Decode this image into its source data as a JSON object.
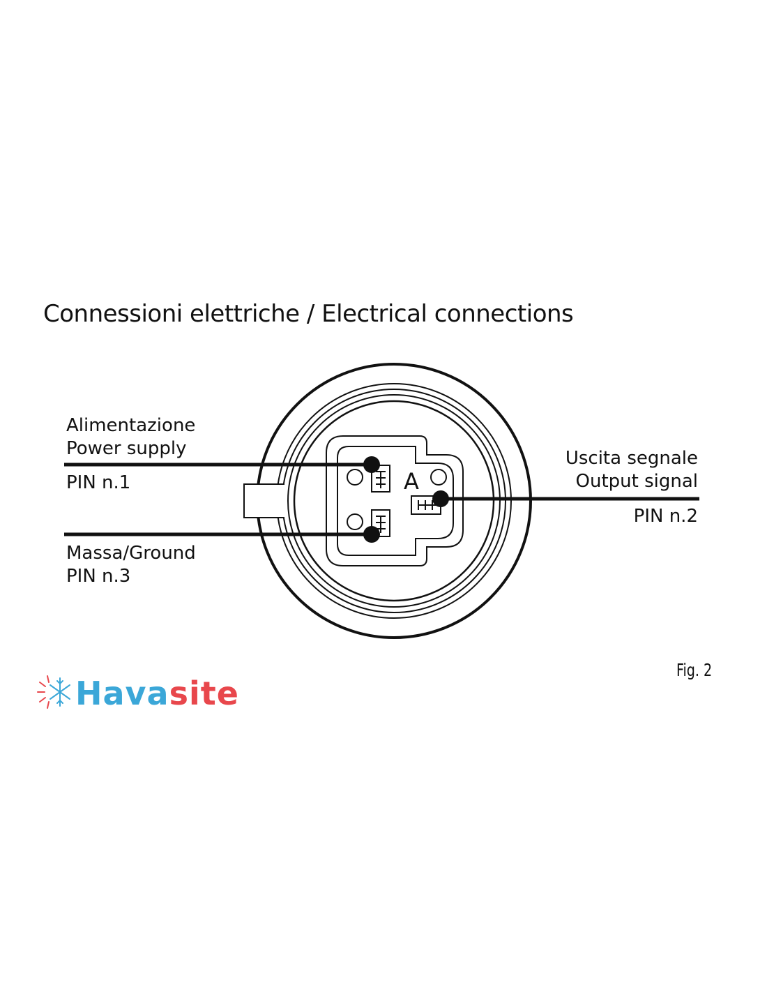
{
  "title": "Connessioni elettriche / Electrical connections",
  "connector_marker": "A",
  "pins": {
    "pin1": {
      "label_it": "Alimentazione",
      "label_en": "Power supply",
      "pin": "PIN n.1"
    },
    "pin2": {
      "label_it": "Uscita segnale",
      "label_en": "Output signal",
      "pin": "PIN n.2"
    },
    "pin3": {
      "label_it": "Massa/Ground",
      "pin": "PIN n.3"
    }
  },
  "figure_label": "Fig. 2",
  "logo": {
    "text_part1": "Hava",
    "text_part2": "site",
    "color_blue": "#3ba7d8",
    "color_red": "#e8474c",
    "icon": "snowflake-icon"
  }
}
